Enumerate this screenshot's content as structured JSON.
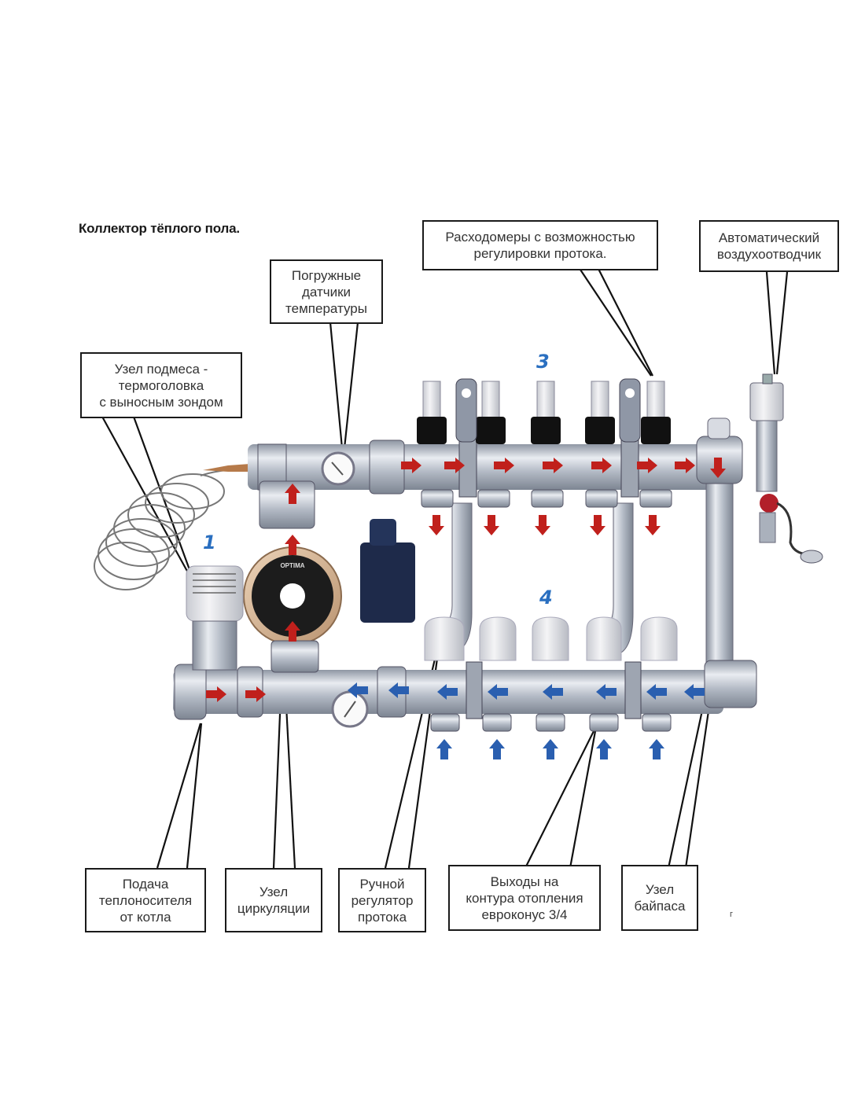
{
  "title": "Коллектор тёплого пола.",
  "callouts": {
    "flowmeters": "Расходомеры с возможностью\nрегулировки протока.",
    "air_vent": "Автоматический\nвоздухоотводчик",
    "temp_sensors": "Погружные\nдатчики\nтемпературы",
    "mixing_unit": "Узел подмеса -\nтермоголовка\nс выносным зондом",
    "supply": "Подача\nтеплоносителя\nот котла",
    "circulation": "Узел\nциркуляции",
    "manual_regulator": "Ручной\nрегулятор\nпротока",
    "outlets": "Выходы на\nконтура отопления\nевроконус 3/4",
    "bypass": "Узел\nбайпаса"
  },
  "markers": {
    "thermal_head": "1",
    "supply_manifold": "3",
    "return_manifold": "4"
  },
  "pump_brand": "OPTIMA",
  "stray_mark": "г",
  "colors": {
    "hot_arrow": "#c0201c",
    "cold_arrow": "#2a5fb0",
    "marker_blue": "#2a6fc0",
    "pipe": "#b9bfc8",
    "pump_body": "#d8b89a",
    "pump_face": "#1c1c1c",
    "actuator": "#1e2a4a",
    "flow_cap": "#111111",
    "valve_cap": "#e6e6ea"
  }
}
